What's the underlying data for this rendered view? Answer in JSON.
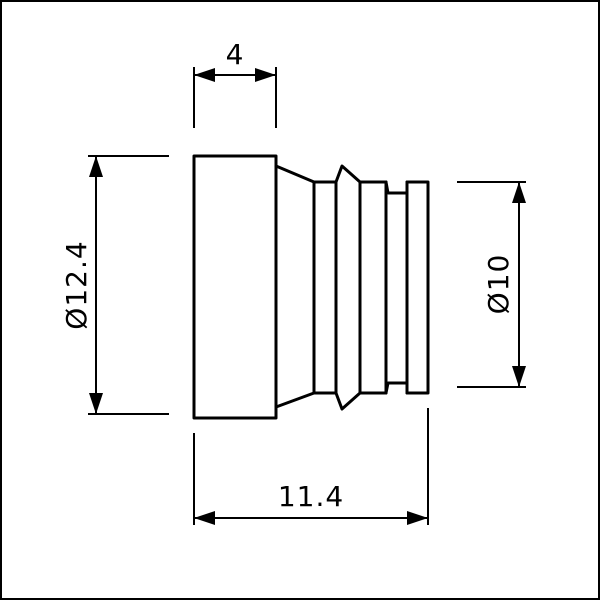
{
  "drawing": {
    "dimensions": {
      "length_top": "4",
      "diameter_left": "Ø12.4",
      "diameter_right": "Ø10",
      "length_bottom": "11.4"
    },
    "colors": {
      "line": "#000000",
      "background": "#ffffff"
    }
  }
}
